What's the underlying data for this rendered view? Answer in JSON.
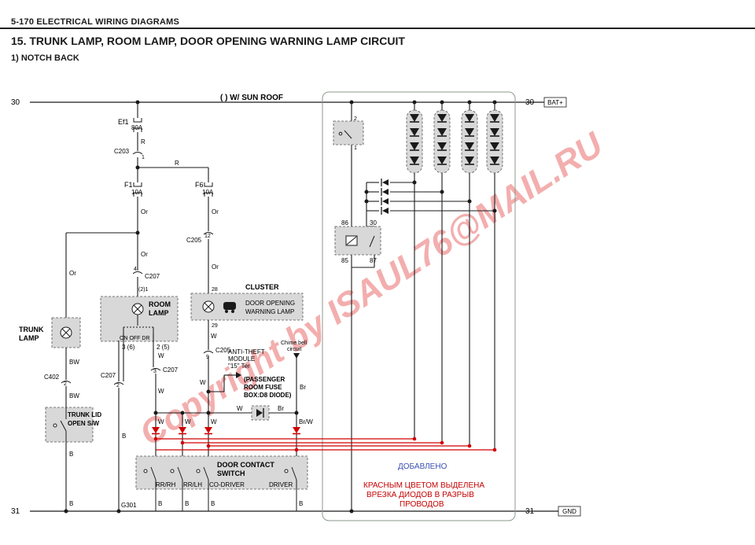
{
  "header": {
    "page_number": "5-170   ELECTRICAL WIRING DIAGRAMS",
    "title": "15. TRUNK LAMP, ROOM LAMP, DOOR OPENING WARNING LAMP CIRCUIT",
    "subtitle": "1)  NOTCH BACK"
  },
  "rails": {
    "top_left_num": "30",
    "top_right_num": "30",
    "top_tag": "BAT+",
    "bottom_left_num": "31",
    "bottom_right_num": "31",
    "bottom_tag": "GND",
    "sunroof_label": "(    ) W/ SUN ROOF"
  },
  "fuses": {
    "ef1_name": "Ef1",
    "ef1_rating": "80A",
    "f1_name": "F1",
    "f1_rating": "10A",
    "f6_name": "F6",
    "f6_rating": "10A"
  },
  "connectors": {
    "c203": "C203",
    "c203_pin": "1",
    "c205_top": "C205",
    "c205_top_pin": "12",
    "c207_top": "C207",
    "c207_top_pin": "4",
    "c207_room_pin": "(2)1",
    "c207_right": "C207",
    "c207_right_pin": "3",
    "c207_left": "C207",
    "c207_left_pin": "2",
    "c402": "C402",
    "c402_pin": "2",
    "c205_bot": "C205",
    "c205_bot_pin": "9",
    "cluster_pin_top": "28",
    "cluster_pin_bot": "29"
  },
  "wires": {
    "r1": "R",
    "r2": "R",
    "or1": "Or",
    "or2": "Or",
    "or3": "Or",
    "or4": "Or",
    "or5": "Or",
    "bw1": "BW",
    "bw2": "BW",
    "b1": "B",
    "b2": "B",
    "b3": "B",
    "b4": "B",
    "b5": "B",
    "b6": "B",
    "b7": "B",
    "w1": "W",
    "w2": "W",
    "w3": "W",
    "w4": "W",
    "w5": "W",
    "w6": "W",
    "w7": "W",
    "br1": "Br",
    "br2": "Br/W"
  },
  "components": {
    "trunk_lamp": [
      "TRUNK",
      "LAMP"
    ],
    "room_lamp": [
      "ROOM",
      "LAMP"
    ],
    "room_switch_pos": "ON  OFF DR",
    "room_pin_left": "3 (6)",
    "room_pin_right": "2 (5)",
    "cluster_title": "CLUSTER",
    "cluster_lamp": [
      "DOOR OPENING",
      "WARNING LAMP"
    ],
    "trunk_switch": [
      "TRUNK LID",
      "OPEN S/W"
    ],
    "anti_theft": [
      "ANTI-THEFT",
      "MODULE",
      "\"15\" Ter"
    ],
    "fuse_box_note": [
      "(PASSENGER",
      "ROOM FUSE",
      "BOX:D8 DIODE)"
    ],
    "chime": [
      "Chime bell",
      "circuit"
    ],
    "door_switch_title": [
      "DOOR CONTACT",
      "SWITCH"
    ],
    "door_positions": [
      "RR/RH",
      "RR/LH",
      "CO-DRIVER",
      "DRIVER"
    ],
    "ground": "G301",
    "relay_pins": [
      "86",
      "30",
      "85",
      "87"
    ],
    "relay_sw_pins": [
      "2",
      "1"
    ]
  },
  "annotations": {
    "added": "ДОБАВЛЕНО",
    "note": [
      "КРАСНЫМ ЦВЕТОМ ВЫДЕЛЕНА",
      "ВРЕЗКА ДИОДОВ В РАЗРЫВ",
      "ПРОВОДОВ"
    ],
    "watermark": "Copyright by ISAUL76@MAIL.RU"
  },
  "colors": {
    "wire": "#1a1a1a",
    "added_wire": "#d10000",
    "watermark": "#f2a0a0",
    "component_fill": "#d8d8d8",
    "added_label": "#3a4fb4",
    "note_text": "#c40000",
    "added_box": "#8c9a8c"
  }
}
